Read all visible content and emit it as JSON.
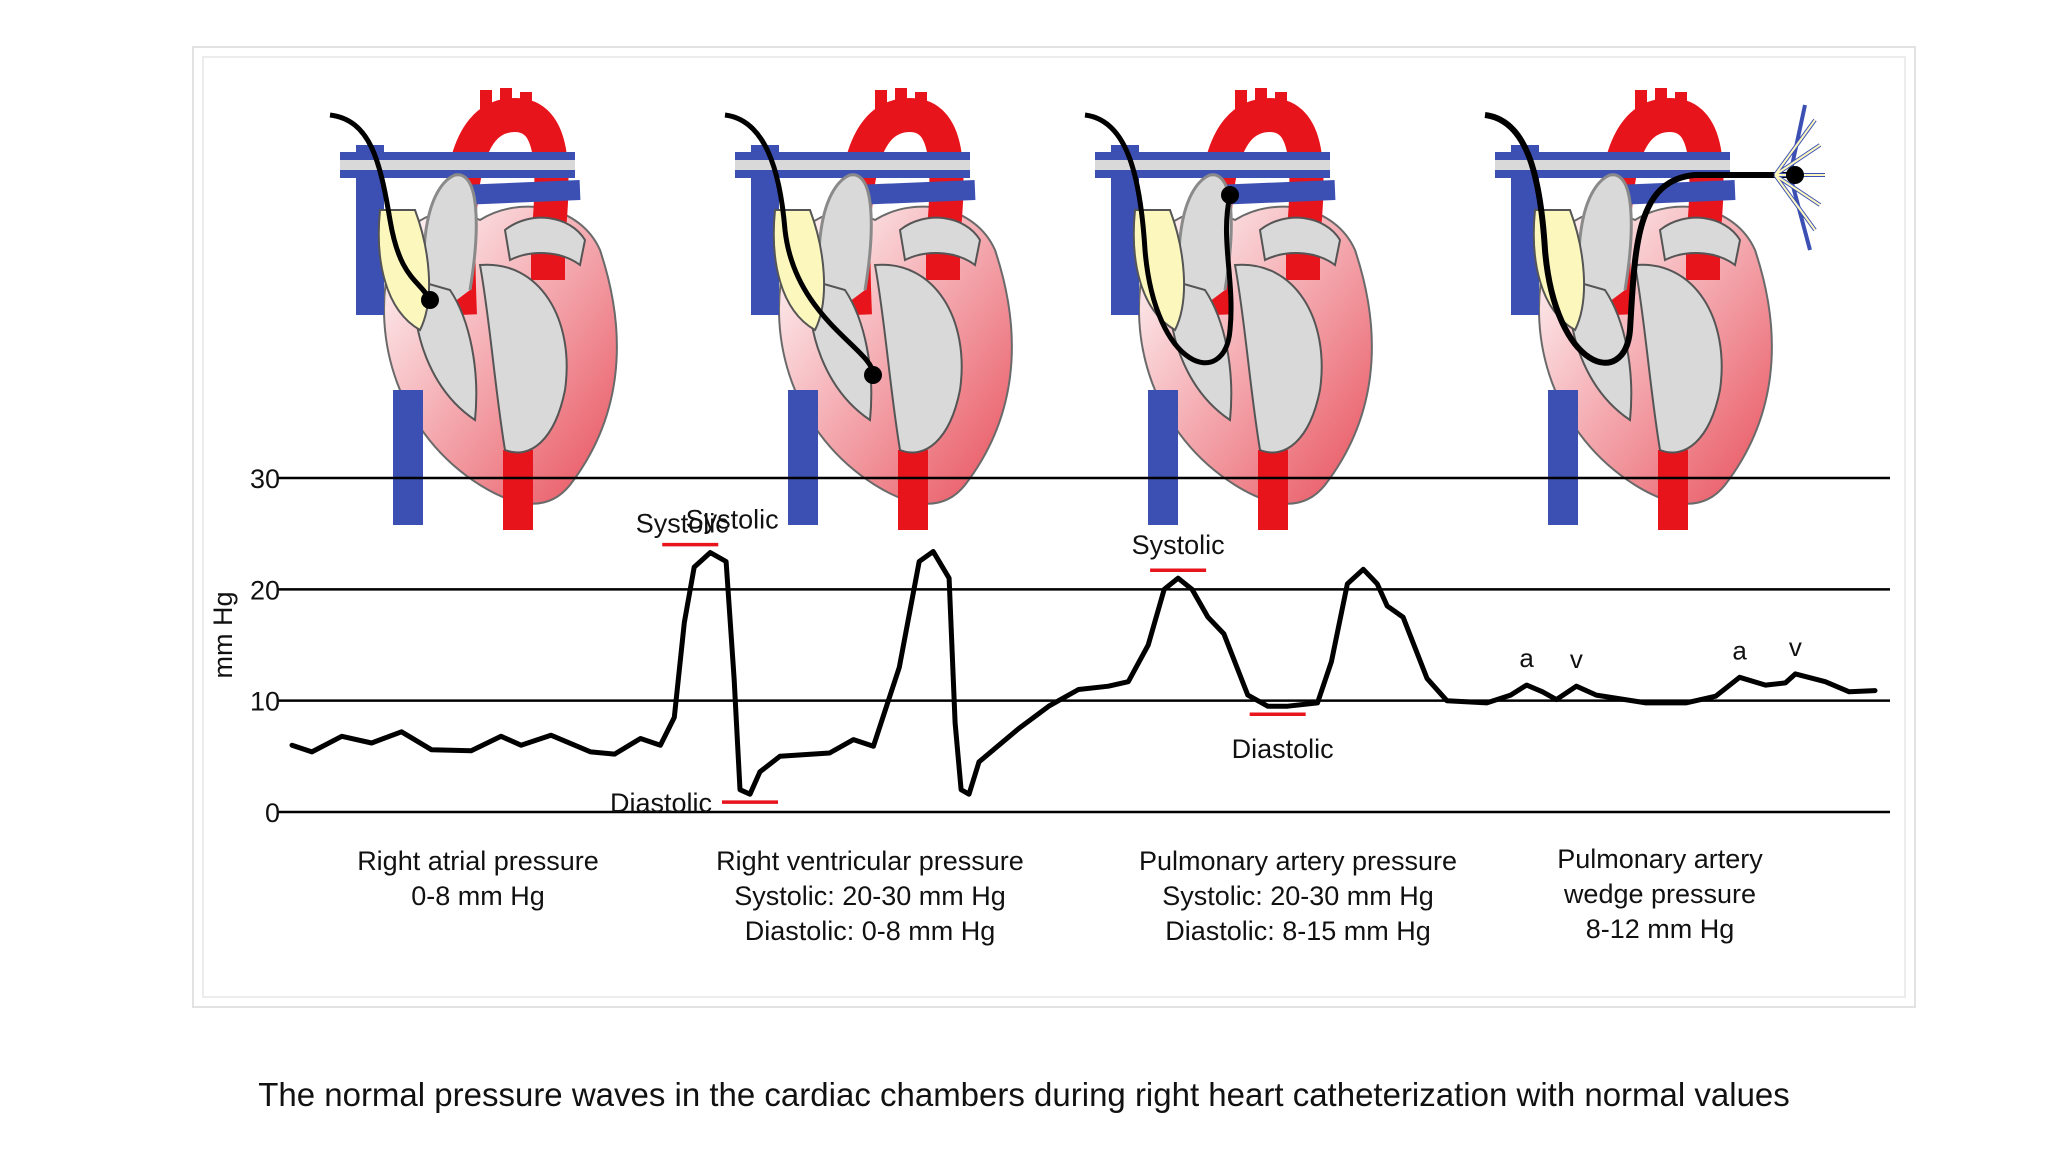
{
  "chart_data": {
    "type": "line",
    "ylabel": "mm Hg",
    "ylim": [
      0,
      30
    ],
    "yticks": [
      0,
      10,
      20,
      30
    ],
    "grid": true,
    "segments": [
      {
        "name": "Right atrial pressure",
        "range_text": "0-8 mm Hg",
        "points": [
          [
            0.0,
            6.0
          ],
          [
            0.1,
            5.4
          ],
          [
            0.25,
            6.8
          ],
          [
            0.4,
            6.2
          ],
          [
            0.55,
            7.2
          ],
          [
            0.7,
            5.6
          ],
          [
            0.9,
            5.5
          ],
          [
            1.05,
            6.8
          ],
          [
            1.15,
            6.0
          ],
          [
            1.3,
            6.9
          ],
          [
            1.5,
            5.4
          ],
          [
            1.62,
            5.2
          ],
          [
            1.75,
            6.6
          ],
          [
            1.85,
            6.0
          ]
        ]
      },
      {
        "name": "Right ventricular pressure",
        "range_text": [
          "Systolic: 20-30 mm Hg",
          "Diastolic: 0-8 mm Hg"
        ],
        "points": [
          [
            1.85,
            6.0
          ],
          [
            1.92,
            8.5
          ],
          [
            1.97,
            17.0
          ],
          [
            2.02,
            22.0
          ],
          [
            2.1,
            23.3
          ],
          [
            2.18,
            22.5
          ],
          [
            2.22,
            12.0
          ],
          [
            2.25,
            2.0
          ],
          [
            2.3,
            1.6
          ],
          [
            2.35,
            3.6
          ],
          [
            2.45,
            5.0
          ],
          [
            2.7,
            5.3
          ],
          [
            2.82,
            6.5
          ],
          [
            2.92,
            5.9
          ],
          [
            3.05,
            13.0
          ],
          [
            3.15,
            22.5
          ],
          [
            3.22,
            23.4
          ],
          [
            3.3,
            21.0
          ],
          [
            3.33,
            8.0
          ],
          [
            3.36,
            2.0
          ],
          [
            3.4,
            1.6
          ],
          [
            3.45,
            4.5
          ],
          [
            3.55,
            6.0
          ],
          [
            3.65,
            7.5
          ]
        ]
      },
      {
        "name": "Pulmonary artery pressure",
        "range_text": [
          "Systolic: 20-30 mm Hg",
          "Diastolic: 8-15 mm Hg"
        ],
        "points": [
          [
            3.65,
            7.5
          ],
          [
            3.8,
            9.5
          ],
          [
            3.95,
            11.0
          ],
          [
            4.1,
            11.3
          ],
          [
            4.2,
            11.7
          ],
          [
            4.3,
            15.0
          ],
          [
            4.38,
            20.0
          ],
          [
            4.45,
            21.0
          ],
          [
            4.52,
            20.0
          ],
          [
            4.6,
            17.5
          ],
          [
            4.68,
            16.0
          ],
          [
            4.8,
            10.5
          ],
          [
            4.9,
            9.5
          ],
          [
            5.0,
            9.5
          ],
          [
            5.15,
            9.8
          ],
          [
            5.22,
            13.5
          ],
          [
            5.3,
            20.5
          ],
          [
            5.38,
            21.8
          ],
          [
            5.45,
            20.5
          ],
          [
            5.5,
            18.5
          ],
          [
            5.58,
            17.5
          ],
          [
            5.7,
            12.0
          ],
          [
            5.8,
            10.0
          ],
          [
            6.0,
            9.8
          ]
        ]
      },
      {
        "name": "Pulmonary artery wedge pressure",
        "range_text": "8-12 mm Hg",
        "points": [
          [
            6.0,
            9.8
          ],
          [
            6.12,
            10.5
          ],
          [
            6.2,
            11.4
          ],
          [
            6.28,
            10.8
          ],
          [
            6.35,
            10.1
          ],
          [
            6.45,
            11.3
          ],
          [
            6.55,
            10.5
          ],
          [
            6.8,
            9.8
          ],
          [
            7.0,
            9.8
          ],
          [
            7.15,
            10.4
          ],
          [
            7.27,
            12.1
          ],
          [
            7.4,
            11.4
          ],
          [
            7.5,
            11.6
          ],
          [
            7.55,
            12.4
          ],
          [
            7.7,
            11.7
          ],
          [
            7.82,
            10.8
          ],
          [
            7.95,
            10.9
          ]
        ]
      }
    ],
    "annotations": [
      {
        "text": "Systolic",
        "x": 2.0,
        "y": 23.3,
        "marker": true
      },
      {
        "text": "Systolic",
        "x": 2.1,
        "y": 23.3,
        "marker": false
      },
      {
        "text": "Diastolic",
        "x": 2.3,
        "y": 1.6,
        "marker": true
      },
      {
        "text": "Systolic",
        "x": 4.45,
        "y": 21.0,
        "marker": true
      },
      {
        "text": "Diastolic",
        "x": 4.95,
        "y": 9.5,
        "marker": true
      },
      {
        "text": "a",
        "x": 6.2,
        "y": 11.4,
        "marker": false
      },
      {
        "text": "v",
        "x": 6.45,
        "y": 11.3,
        "marker": false
      },
      {
        "text": "a",
        "x": 7.27,
        "y": 12.1,
        "marker": false
      },
      {
        "text": "v",
        "x": 7.55,
        "y": 12.4,
        "marker": false
      }
    ]
  },
  "caption": "The normal pressure waves in the cardiac chambers during right heart catheterization with normal values",
  "colors": {
    "artery_red": "#e8141b",
    "vein_blue": "#3c50b4",
    "chamber_gray": "#d9d9d9",
    "myocardium_pink": "#f08a92",
    "catheter_yellow": "#fbf7bd",
    "marker_red": "#e8141b",
    "line": "#000000"
  },
  "hearts": [
    {
      "name": "heart-right-atrium",
      "catheter_tip": "right atrium"
    },
    {
      "name": "heart-right-ventricle",
      "catheter_tip": "right ventricle"
    },
    {
      "name": "heart-pulmonary-artery",
      "catheter_tip": "pulmonary artery"
    },
    {
      "name": "heart-pulmonary-wedge",
      "catheter_tip": "pulmonary capillary wedge"
    }
  ]
}
